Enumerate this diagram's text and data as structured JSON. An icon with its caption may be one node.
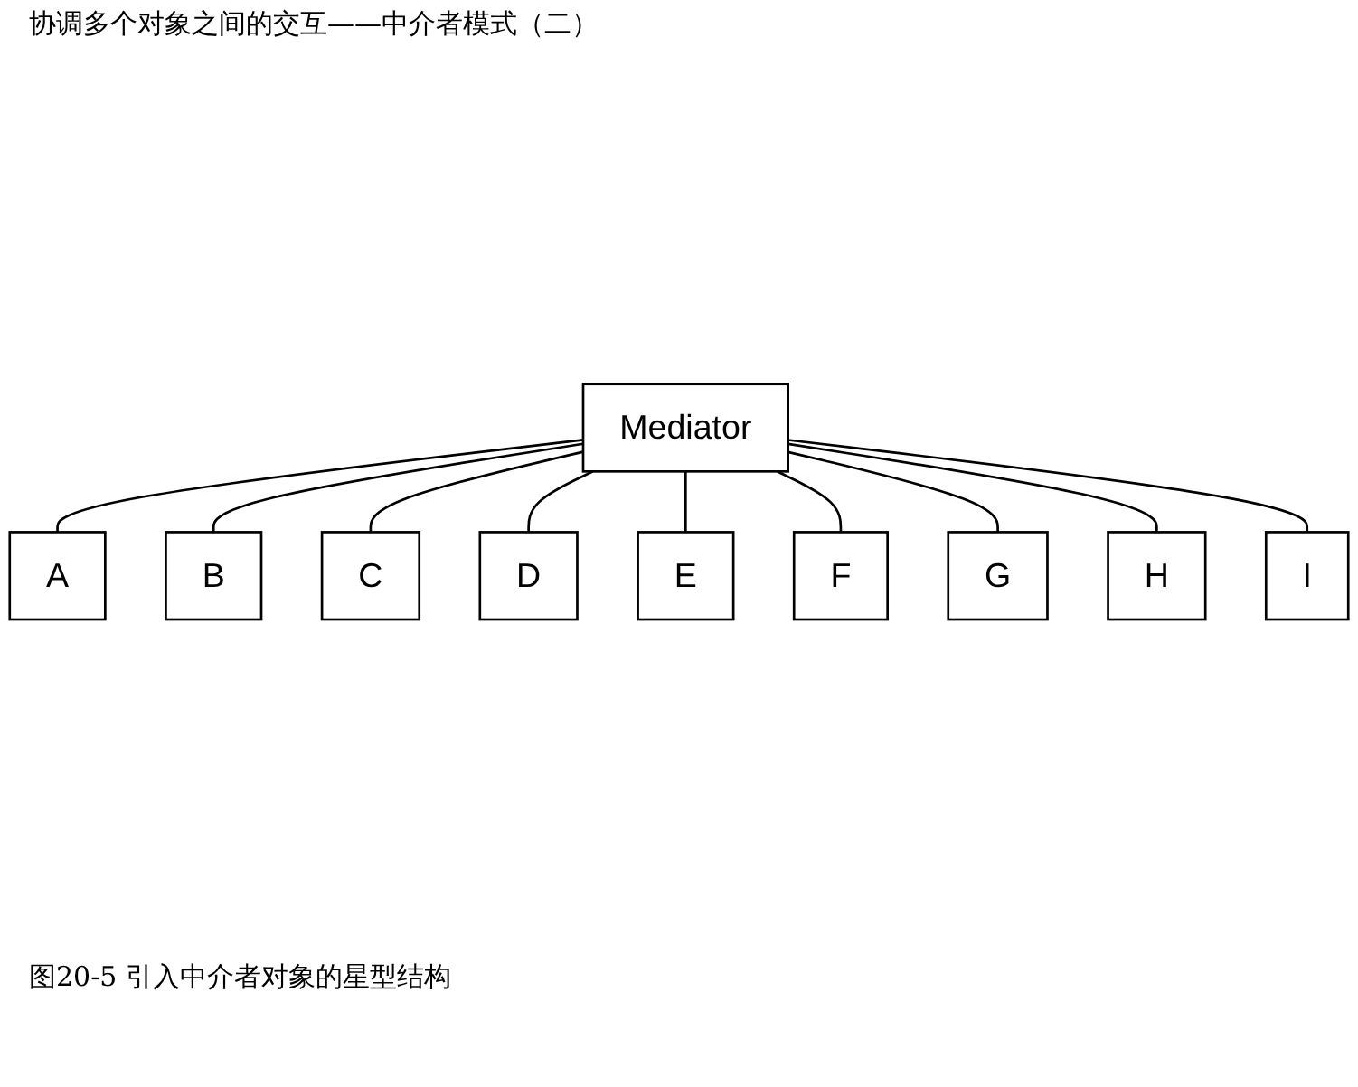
{
  "diagram": {
    "title": "协调多个对象之间的交互——中介者模式（二）",
    "caption": "图20-5 引入中介者对象的星型结构",
    "nodes": [
      {
        "text": [
          "A"
        ]
      },
      {
        "text": [
          "I"
        ]
      },
      {
        "text": [
          "B"
        ]
      },
      {
        "text": [
          "H"
        ]
      },
      {
        "text": [
          "Mediator"
        ]
      },
      {
        "text": [
          "C"
        ]
      },
      {
        "text": [
          "G"
        ]
      },
      {
        "text": [
          "D"
        ]
      },
      {
        "text": [
          "F"
        ]
      },
      {
        "text": [
          "E"
        ]
      }
    ],
    "edges": [
      {
        "from": 4,
        "to": 0,
        "arrow": "none"
      },
      {
        "from": 4,
        "to": 2,
        "arrow": "none"
      },
      {
        "from": 4,
        "to": 5,
        "arrow": "none"
      },
      {
        "from": 4,
        "to": 7,
        "arrow": "none"
      },
      {
        "from": 4,
        "to": 9,
        "arrow": "none"
      },
      {
        "from": 4,
        "to": 8,
        "arrow": "none"
      },
      {
        "from": 4,
        "to": 6,
        "arrow": "none"
      },
      {
        "from": 4,
        "to": 3,
        "arrow": "none"
      },
      {
        "from": 4,
        "to": 1,
        "arrow": "none"
      }
    ]
  }
}
